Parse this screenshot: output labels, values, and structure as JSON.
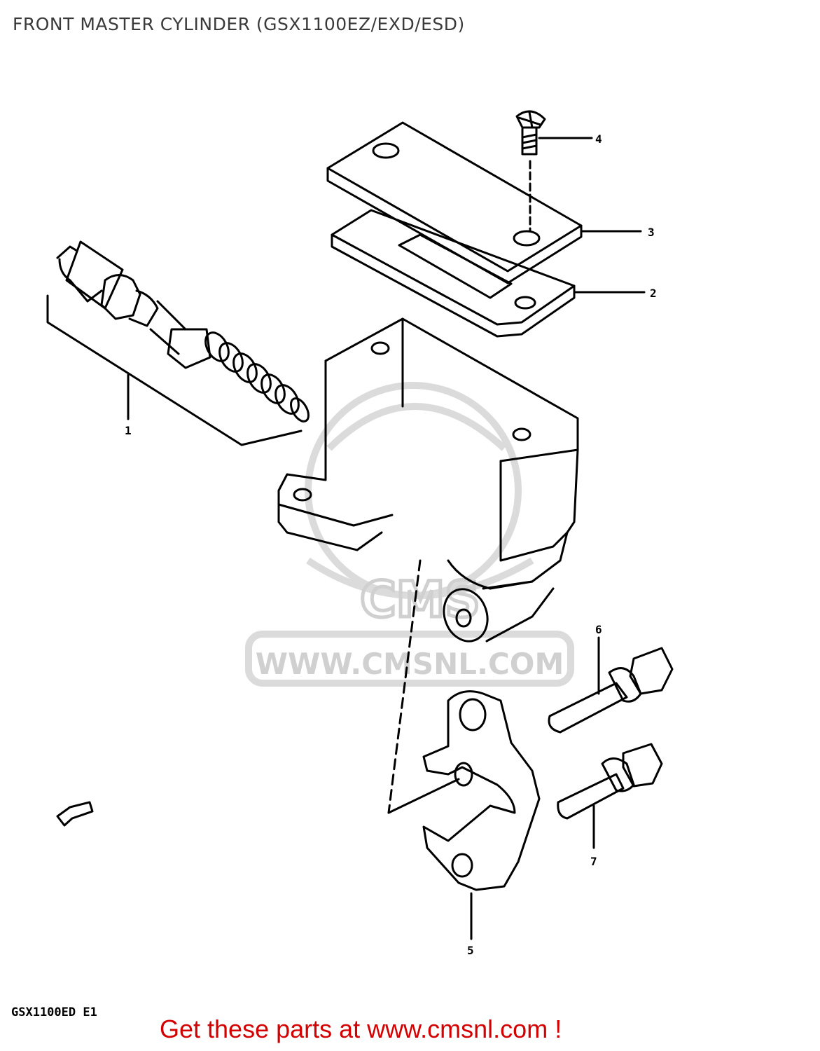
{
  "title": "FRONT MASTER CYLINDER (GSX1100EZ/EXD/ESD)",
  "watermark": "WWW.CMSNL.COM",
  "watermark_logo": "CMS",
  "model_code": "GSX1100ED E1",
  "footer": "Get these parts at www.cmsnl.com !",
  "callouts": [
    {
      "id": "1",
      "label": "1"
    },
    {
      "id": "2",
      "label": "2"
    },
    {
      "id": "3",
      "label": "3"
    },
    {
      "id": "4",
      "label": "4"
    },
    {
      "id": "5",
      "label": "5"
    },
    {
      "id": "6",
      "label": "6"
    },
    {
      "id": "7",
      "label": "7"
    }
  ],
  "colors": {
    "line": "#000000",
    "watermark": "#c8c8c8",
    "footer": "#d40000",
    "title": "#3a3a3a"
  }
}
